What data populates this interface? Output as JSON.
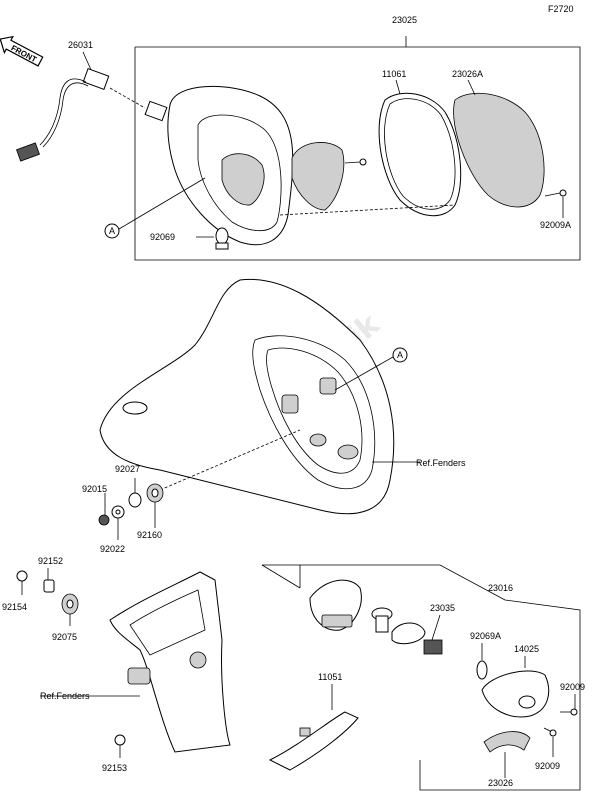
{
  "figure_code": "F2720",
  "front_badge": "FRONT",
  "watermark": "PartsRepublik",
  "callouts": {
    "p26031": "26031",
    "p23025": "23025",
    "p11061": "11061",
    "p23026A": "23026A",
    "refA_1": "A",
    "p92069": "92069",
    "p92009A": "92009A",
    "refA_2": "A",
    "ref_fenders_1": "Ref.Fenders",
    "p92027": "92027",
    "p92015": "92015",
    "p92022": "92022",
    "p92160": "92160",
    "p92152": "92152",
    "p92154": "92154",
    "p92075": "92075",
    "ref_fenders_2": "Ref.Fenders",
    "p92153": "92153",
    "p11051": "11051",
    "p23016": "23016",
    "p23035": "23035",
    "p92069A": "92069A",
    "p14025": "14025",
    "p92009_1": "92009",
    "p92009_2": "92009",
    "p23026": "23026"
  }
}
